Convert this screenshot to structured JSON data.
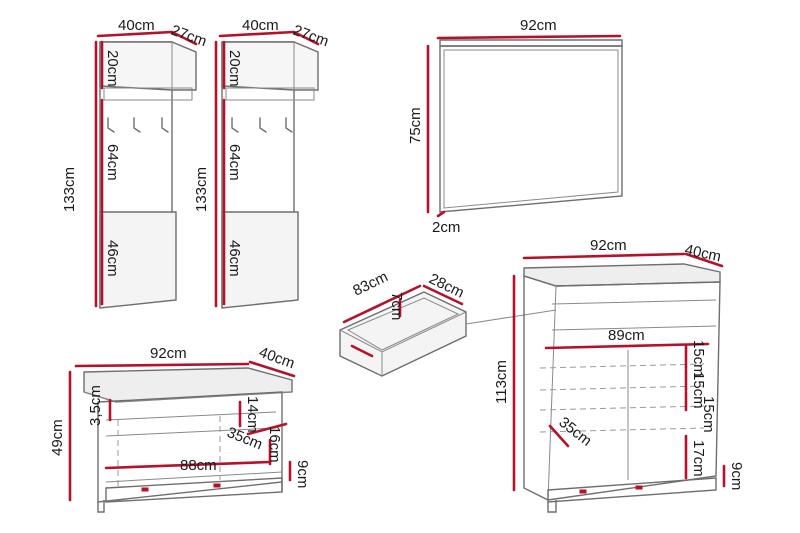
{
  "accent_color": "#b5122a",
  "products": {
    "coat_rack_left": {
      "width": "40cm",
      "shelf_depth": "27cm",
      "height": "133cm",
      "top_section": "20cm",
      "middle_section": "64cm",
      "bottom_section": "46cm"
    },
    "coat_rack_right": {
      "width": "40cm",
      "shelf_depth": "27cm",
      "height": "133cm",
      "top_section": "20cm",
      "middle_section": "64cm",
      "bottom_section": "46cm"
    },
    "mirror": {
      "width": "92cm",
      "height": "75cm",
      "thickness": "2cm"
    },
    "drawer": {
      "width": "83cm",
      "depth": "28cm",
      "height": "7cm"
    },
    "bench": {
      "width": "92cm",
      "depth": "40cm",
      "height": "49cm",
      "top_thickness": "3,5cm",
      "drawer_height": "14cm",
      "shelf_depth": "35cm",
      "compartment_height": "16cm",
      "inner_width": "88cm",
      "base_height": "9cm"
    },
    "shoe_cabinet": {
      "width": "92cm",
      "depth": "40cm",
      "height": "113cm",
      "inner_width": "89cm",
      "shelf_1": "15cm",
      "shelf_2": "15cm",
      "shelf_3": "15cm",
      "shelf_4": "17cm",
      "shelf_depth": "35cm",
      "base_height": "9cm"
    }
  }
}
